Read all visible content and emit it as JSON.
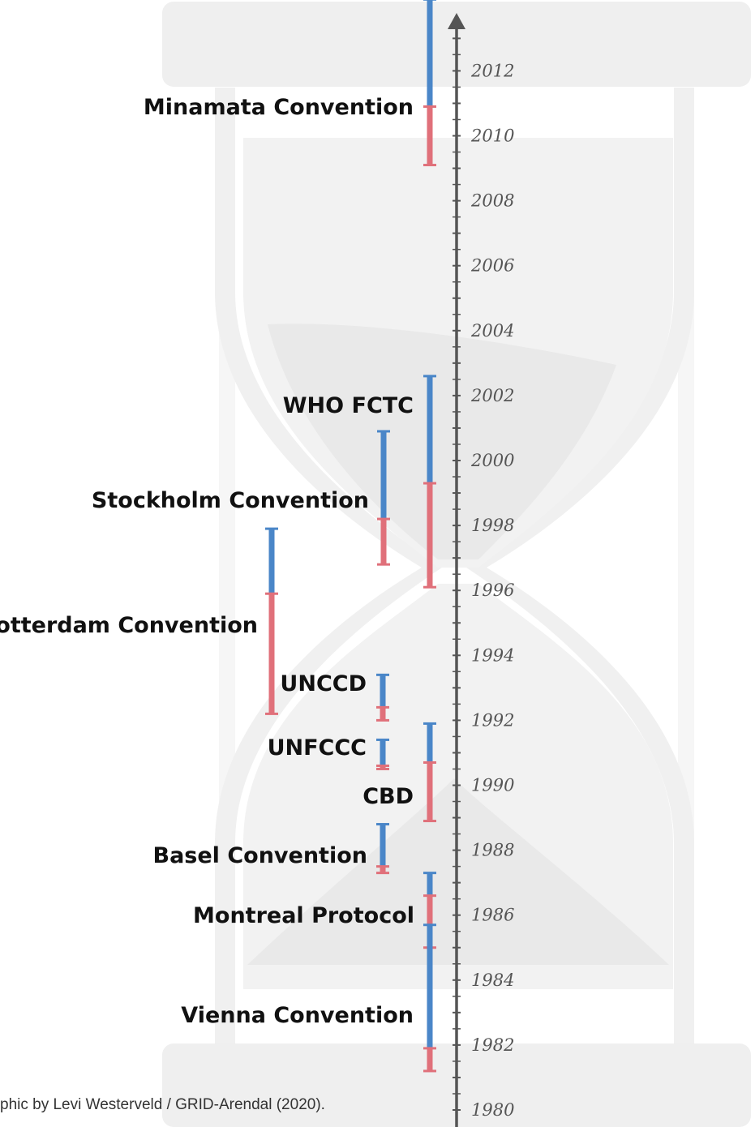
{
  "chart_data": {
    "type": "timeline",
    "axis": {
      "ticks": [
        "1980",
        "1982",
        "1984",
        "1986",
        "1988",
        "1990",
        "1992",
        "1994",
        "1996",
        "1998",
        "2000",
        "2002",
        "2004",
        "2006",
        "2008",
        "2010",
        "2012"
      ],
      "range": [
        1980,
        2014
      ]
    },
    "series_colors": {
      "blue": "#4a86c8",
      "red": "#e0707a"
    },
    "conventions": [
      {
        "name": "Minamata Convention",
        "start": 2009.1,
        "split": 2010.9,
        "end": 2014.2
      },
      {
        "name": "WHO FCTC",
        "start": 1996.1,
        "split": 1999.3,
        "end": 2002.6
      },
      {
        "name": "Stockholm Convention",
        "start": 1996.8,
        "split": 1998.2,
        "end": 2000.9
      },
      {
        "name": "Rotterdam Convention",
        "start": 1992.2,
        "split": 1995.9,
        "end": 1997.9
      },
      {
        "name": "UNCCD",
        "start": 1992.0,
        "split": 1992.4,
        "end": 1993.4
      },
      {
        "name": "UNFCCC",
        "start": 1990.5,
        "split": 1990.6,
        "end": 1991.4
      },
      {
        "name": "CBD",
        "start": 1988.9,
        "split": 1990.7,
        "end": 1991.9
      },
      {
        "name": "Basel Convention",
        "start": 1987.3,
        "split": 1987.5,
        "end": 1988.8
      },
      {
        "name": "Montreal Protocol",
        "start": 1985.0,
        "split": 1986.6,
        "end": 1987.3
      },
      {
        "name": "Vienna Convention",
        "start": 1981.2,
        "split": 1981.9,
        "end": 1985.7
      }
    ]
  },
  "credit": "phic by Levi Westerveld / GRID-Arendal (2020)."
}
